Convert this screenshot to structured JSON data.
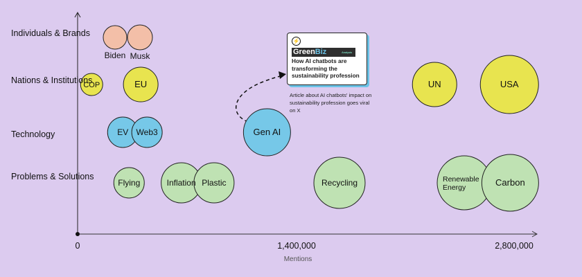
{
  "chart_data": {
    "type": "scatter",
    "subtype": "bubble",
    "title": "",
    "xlabel": "Mentions",
    "ylabel": "",
    "xlim": [
      0,
      2800000
    ],
    "x_ticks": [
      "0",
      "1,400,000",
      "2,800,000"
    ],
    "grid": false,
    "categories": [
      "Individuals & Brands",
      "Nations & Institutions",
      "Technology",
      "Problems & Solutions"
    ],
    "category_colors": {
      "Individuals & Brands": "#f3bfa8",
      "Nations & Institutions": "#e8e44f",
      "Technology": "#76c8e8",
      "Problems & Solutions": "#bfe2b3"
    },
    "points": [
      {
        "label": "Biden",
        "category": "Individuals & Brands",
        "x": 240000,
        "size": 17,
        "label_position": "below"
      },
      {
        "label": "Musk",
        "category": "Individuals & Brands",
        "x": 400000,
        "size": 18,
        "label_position": "below"
      },
      {
        "label": "COP",
        "category": "Nations & Institutions",
        "x": 90000,
        "size": 16
      },
      {
        "label": "EU",
        "category": "Nations & Institutions",
        "x": 405000,
        "size": 25
      },
      {
        "label": "UN",
        "category": "Nations & Institutions",
        "x": 2290000,
        "size": 32
      },
      {
        "label": "USA",
        "category": "Nations & Institutions",
        "x": 2770000,
        "size": 42
      },
      {
        "label": "EV",
        "category": "Technology",
        "x": 290000,
        "size": 22
      },
      {
        "label": "Web3",
        "category": "Technology",
        "x": 445000,
        "size": 22
      },
      {
        "label": "Gen AI",
        "category": "Technology",
        "x": 1215000,
        "size": 34
      },
      {
        "label": "Flying",
        "category": "Problems & Solutions",
        "x": 330000,
        "size": 22
      },
      {
        "label": "Inflation",
        "category": "Problems & Solutions",
        "x": 665000,
        "size": 29
      },
      {
        "label": "Plastic",
        "category": "Problems & Solutions",
        "x": 875000,
        "size": 29
      },
      {
        "label": "Recycling",
        "category": "Problems & Solutions",
        "x": 1680000,
        "size": 37
      },
      {
        "label": "Renewable Energy",
        "category": "Problems & Solutions",
        "x": 2480000,
        "size": 39
      },
      {
        "label": "Carbon",
        "category": "Problems & Solutions",
        "x": 2775000,
        "size": 41
      }
    ],
    "annotation": {
      "text": "Article about AI chatbots' impact on sustainability profession goes viral on X",
      "target": "Gen AI",
      "card": {
        "brand_part1": "Green",
        "brand_part2": "Biz",
        "brand_tag": "Analysis",
        "headline": "How AI chatbots are transforming the sustainability profession",
        "icon": "lightning-bolt-icon"
      }
    }
  }
}
